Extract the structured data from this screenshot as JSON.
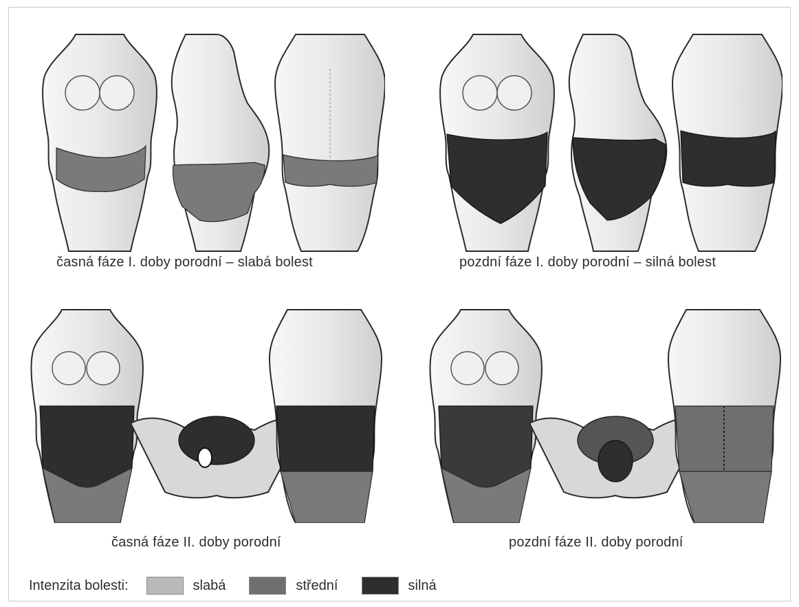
{
  "captions": {
    "q1": "časná fáze I. doby porodní – slabá bolest",
    "q2": "pozdní fáze I. doby porodní – silná bolest",
    "q3": "časná fáze II. doby porodní",
    "q4": "pozdní fáze II. doby porodní"
  },
  "legend": {
    "title": "Intenzita bolesti:",
    "items": [
      {
        "label": "slabá",
        "color": "#b9b9b9"
      },
      {
        "label": "střední",
        "color": "#6f6f6f"
      },
      {
        "label": "silná",
        "color": "#2e2e2e"
      }
    ]
  },
  "colors": {
    "skin": "#e6e6e6",
    "outline": "#2a2a2a",
    "weak": "#b9b9b9",
    "medium": "#6f6f6f",
    "strong": "#2e2e2e"
  }
}
